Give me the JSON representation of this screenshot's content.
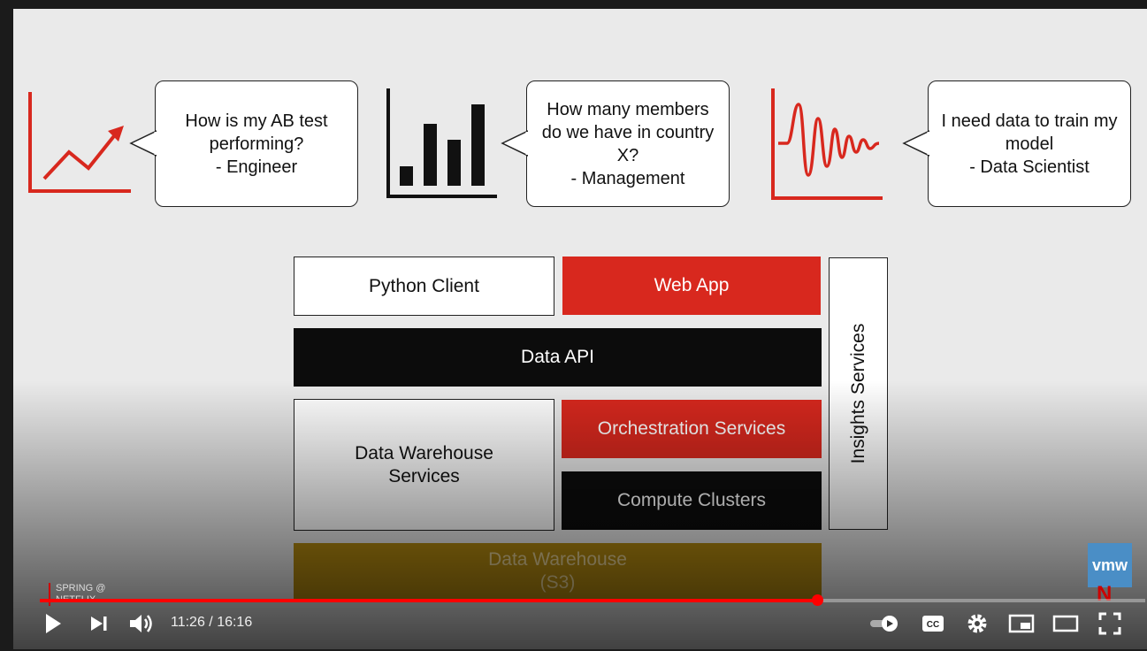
{
  "slide": {
    "bubbles": [
      {
        "text": "How is my AB test\nperforming?\n- Engineer"
      },
      {
        "text": "How many members\ndo we have in country\nX?\n- Management"
      },
      {
        "text": "I need data to train my\nmodel\n- Data Scientist"
      }
    ],
    "stack": {
      "python_client": "Python Client",
      "web_app": "Web App",
      "data_api": "Data API",
      "dw_services": "Data Warehouse\nServices",
      "orchestration": "Orchestration Services",
      "compute": "Compute Clusters",
      "insights": "Insights Services",
      "data_warehouse": "Data Warehouse\n(S3)"
    },
    "watermark": "SPRING @\nNETFLIX",
    "vmw_logo": "vmw",
    "netflix_logo": "N"
  },
  "player": {
    "time_display": "11:26 / 16:16",
    "progress_fraction": 0.703,
    "icons": [
      "play-icon",
      "next-icon",
      "volume-icon",
      "autoplay-toggle-icon",
      "captions-icon",
      "settings-icon",
      "miniplayer-icon",
      "theater-icon",
      "fullscreen-icon"
    ],
    "accent": "#ff0000"
  }
}
